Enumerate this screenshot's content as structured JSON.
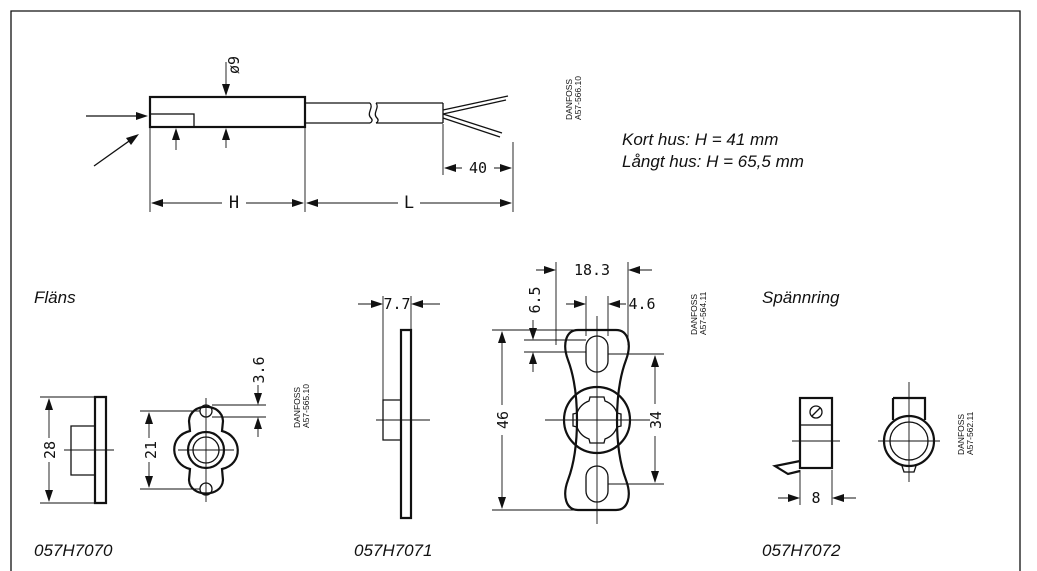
{
  "sensor": {
    "dia_label": "ø9",
    "h_label": "H",
    "l_label": "L",
    "lead_label": "40",
    "code": [
      "DANFOSS",
      "A57-566.10"
    ],
    "note_short": "Kort hus: H = 41 mm",
    "note_long": "Långt hus: H = 65,5 mm"
  },
  "flange": {
    "title": "Fläns",
    "part": "057H7070",
    "dim_28": "28",
    "dim_21": "21",
    "dim_36": "3.6",
    "code": [
      "DANFOSS",
      "A57-565.10"
    ]
  },
  "plate": {
    "part": "057H7071",
    "dim_77": "7.7",
    "dim_183": "18.3",
    "dim_65": "6.5",
    "dim_46a": "4.6",
    "dim_46": "46",
    "dim_34": "34",
    "code": [
      "DANFOSS",
      "A57-564.11"
    ]
  },
  "ring": {
    "title": "Spännring",
    "part": "057H7072",
    "dim_8": "8",
    "code": [
      "DANFOSS",
      "A57-562.11"
    ]
  }
}
